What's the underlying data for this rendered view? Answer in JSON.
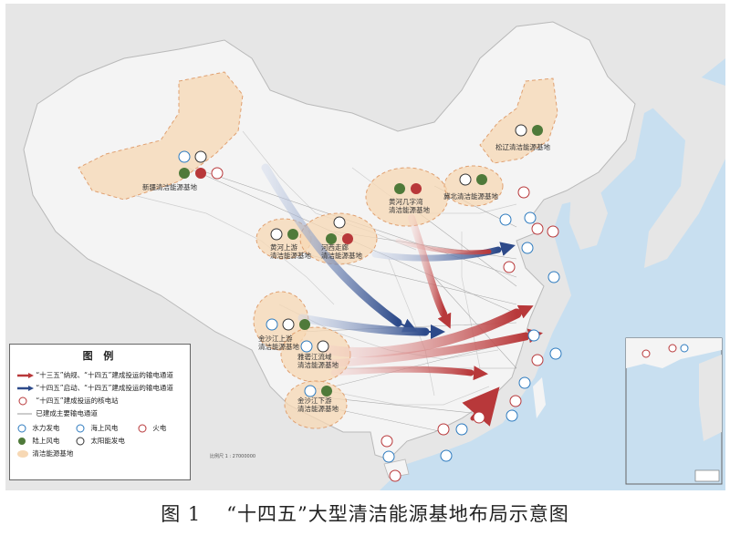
{
  "caption": {
    "figure_no": "图 1",
    "title": "“十四五”大型清洁能源基地布局示意图"
  },
  "bases": [
    {
      "id": "xinjiang",
      "label": "新疆清洁能源基地",
      "icons": [
        "hydro-icon",
        "solar-icon",
        "thermal-icon",
        "wind-icon",
        "thermal-icon"
      ]
    },
    {
      "id": "huanghe_upper",
      "label": "黄河上游\n清洁能源基地"
    },
    {
      "id": "hexi",
      "label": "河西走廊\n清洁能源基地"
    },
    {
      "id": "huanghe_jizi",
      "label": "黄河几字湾\n清洁能源基地"
    },
    {
      "id": "jibei",
      "label": "冀北清洁能源基地"
    },
    {
      "id": "songliao",
      "label": "松辽清洁能源基地"
    },
    {
      "id": "jinsha_upper",
      "label": "金沙江上游\n清洁能源基地"
    },
    {
      "id": "yalong",
      "label": "雅砻江流域\n清洁能源基地"
    },
    {
      "id": "jinsha_lower",
      "label": "金沙江下游\n清洁能源基地"
    }
  ],
  "legend": {
    "title": "图 例",
    "items": {
      "red_channel": "“十三五”纳规、“十四五”建成投运的输电通道",
      "blue_channel": "“十四五”启动、“十四五”建成投运的输电通道",
      "nuclear": "“十四五”建成投运的核电站",
      "existing": "已建成主要输电通道",
      "hydro": "水力发电",
      "offshore_wind": "海上风电",
      "thermal": "火电",
      "onshore_wind": "陆上风电",
      "solar": "太阳能发电",
      "base": "清洁能源基地"
    }
  },
  "scale_text": "比例尺 1 : 27000000",
  "colors": {
    "ocean": "#c8dff0",
    "land": "#ececec",
    "china": "#f4f4f4",
    "base_fill": "#f7d8b4",
    "red_arrow": "#b8383a",
    "blue_arrow": "#2d4a8a",
    "icon_blue": "#2e7bbf",
    "icon_green": "#4f7a3a",
    "icon_red": "#b8383a"
  }
}
